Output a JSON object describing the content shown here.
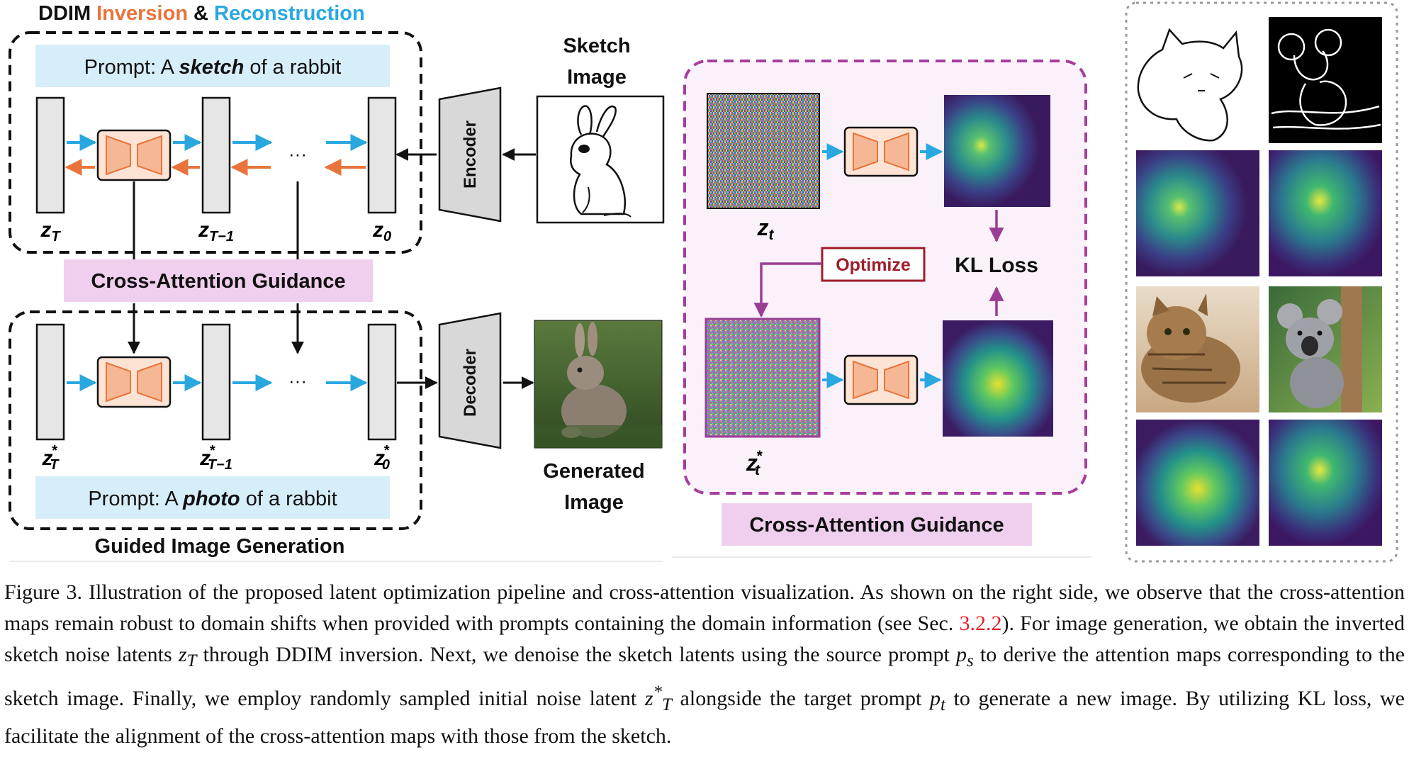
{
  "colors": {
    "inversion": "#e8743b",
    "reconstruction": "#29a8e0",
    "prompt_box": "#d6eef9",
    "guidance_box": "#f0cfee",
    "optimize": "#a01c2a",
    "panel_border": "#a63d9e",
    "panel_fill": "#fbf1fa"
  },
  "title": {
    "part1": "DDIM",
    "part2": "Inversion",
    "part3": "&",
    "part4": "Reconstruction"
  },
  "top_prompt": {
    "prefix": "Prompt: A ",
    "emphasis": "sketch",
    "suffix": " of a rabbit"
  },
  "bottom_prompt": {
    "prefix": "Prompt: A ",
    "emphasis": "photo",
    "suffix": " of a rabbit"
  },
  "latents_top": [
    "z",
    "z",
    "z"
  ],
  "latent_subs_top": [
    "T",
    "T−1",
    "0"
  ],
  "latent_subs_bottom": [
    "T",
    "T−1",
    "0"
  ],
  "star": "*",
  "ellipsis": "···",
  "cross_attention_guidance": "Cross-Attention Guidance",
  "guided_image_generation": "Guided Image Generation",
  "encoder": "Encoder",
  "decoder": "Decoder",
  "sketch_image": [
    "Sketch",
    "Image"
  ],
  "generated_image": [
    "Generated",
    "Image"
  ],
  "panel": {
    "zt": "z",
    "zt_sub": "t",
    "optimize": "Optimize",
    "kl_loss": "KL Loss",
    "guidance_label": "Cross-Attention Guidance"
  },
  "caption": {
    "figure_label": "Figure 3.",
    "text1": " Illustration of the proposed latent optimization pipeline and cross-attention visualization. As shown on the right side, we observe that the cross-attention maps remain robust to domain shifts when provided with prompts containing the domain information (see Sec. ",
    "ref": "3.2.2",
    "text2": "). For image generation, we obtain the inverted sketch noise latents ",
    "zT": "z",
    "zT_sub": "T",
    "text3": " through DDIM inversion. Next, we denoise the sketch latents using the source prompt ",
    "ps": "p",
    "ps_sub": "s",
    "text4": " to derive the attention maps corresponding to the sketch image. Finally, we employ randomly sampled initial noise latent ",
    "zTs": "z",
    "zTs_sub": "T",
    "zTs_sup": "*",
    "text5": " alongside the target prompt ",
    "pt": "p",
    "pt_sub": "t",
    "text6": " to generate a new image. By utilizing KL loss, we facilitate the alignment of the cross-attention maps with those from the sketch."
  }
}
